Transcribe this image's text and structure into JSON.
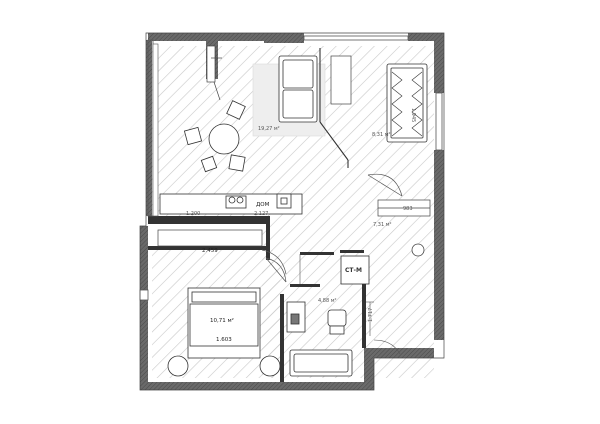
{
  "rooms": {
    "living_kitchen": {
      "area": "19,27 м²"
    },
    "lounge": {
      "area": "8,31 м²"
    },
    "hall": {
      "area": "7,31 м²"
    },
    "bedroom": {
      "area": "10,71 м²"
    },
    "bathroom": {
      "area": "4,88 м²"
    }
  },
  "dimensions": {
    "counter_left": "1.200",
    "counter_right": "2.127",
    "sofa_side": "1.945",
    "hall_width": "983",
    "bedroom_top": "2.459",
    "bed_width": "1.603",
    "bath_side": "1.717"
  },
  "labels": {
    "washer": "СТ-М",
    "oven": "ДОМ"
  },
  "colors": {
    "wall": "#555555",
    "hatch": "#c8c8c8",
    "line": "#444444",
    "rug": "#eeeeee"
  }
}
